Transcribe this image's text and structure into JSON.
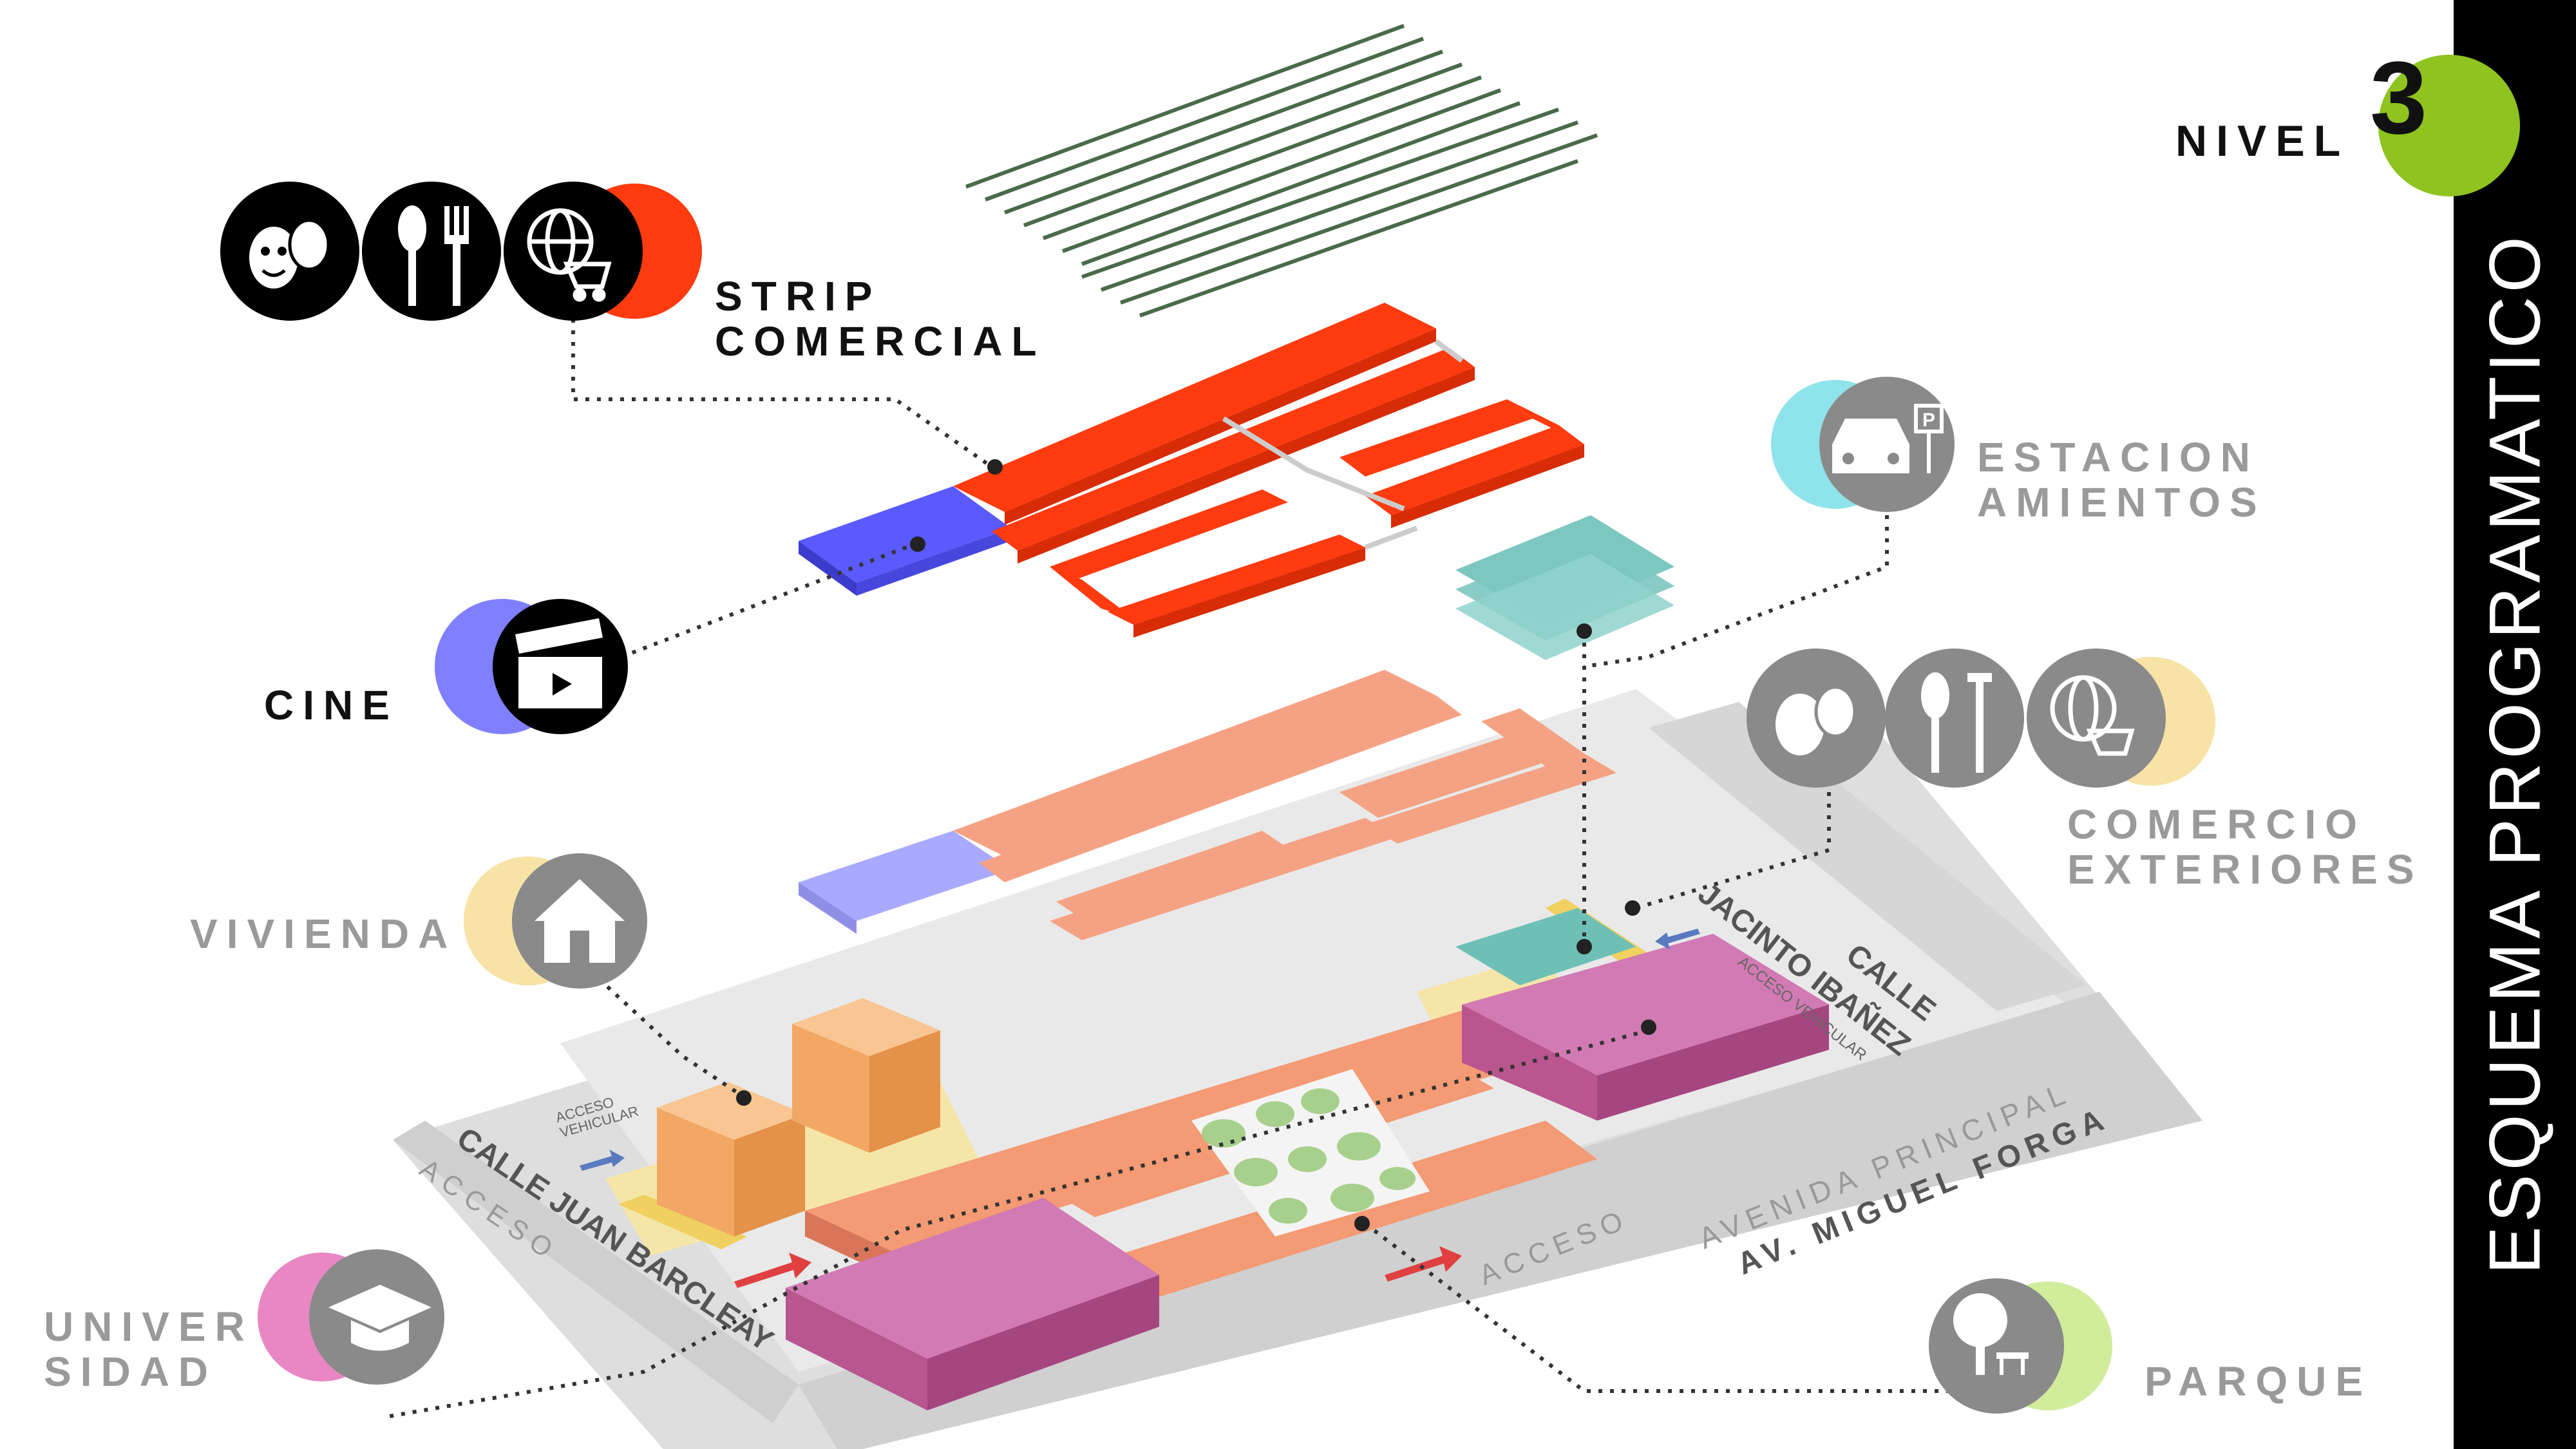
{
  "header": {
    "level_label": "NIVEL",
    "level_number": "3",
    "sidebar_title": "ESQUEMA PROGRAMATICO"
  },
  "labels": {
    "strip": [
      "STRIP",
      "COMERCIAL"
    ],
    "cine": "CINE",
    "estacionamientos": [
      "ESTACION",
      "AMIENTOS"
    ],
    "comercio": [
      "COMERCIO",
      "EXTERIORES"
    ],
    "vivienda": "VIVIENDA",
    "universidad": [
      "UNIVER",
      "SIDAD"
    ],
    "parque": "PARQUE"
  },
  "streets": {
    "juan_barcleay": "CALLE JUAN BARCLEAY",
    "acceso_left": "ACCESO",
    "acceso_vehicular_left": [
      "ACCESO",
      "VEHICULAR"
    ],
    "calle": "CALLE",
    "jacinto": "JACINTO IBAÑEZ",
    "acceso_vehicular_right": "ACCESO VEHICULAR",
    "avenida_principal": "AVENIDA PRINCIPAL",
    "miguel_forga": "AV. MIGUEL FORGA",
    "acceso_center": "ACCESO"
  },
  "icons": {
    "strip_group": [
      "theater-masks-icon",
      "fork-spoon-icon",
      "globe-cart-icon"
    ],
    "cine": "clapperboard-icon",
    "estacionamientos": "car-parking-icon",
    "comercio_group": [
      "theater-masks-icon",
      "fork-spoon-icon",
      "globe-cart-icon"
    ],
    "vivienda": "house-icon",
    "universidad": "graduation-cap-icon",
    "parque": "park-tree-bench-icon"
  },
  "colors": {
    "commercial_orange": "#ff3b0f",
    "cinema_blue": "#5a5aff",
    "parking_teal": "#7cc7c0",
    "housing_orange": "#f7b070",
    "university_pink": "#c8609e",
    "park_green": "#a8d08d",
    "level_green": "#8fc31f",
    "accent_yellow": "#f5d77a"
  }
}
